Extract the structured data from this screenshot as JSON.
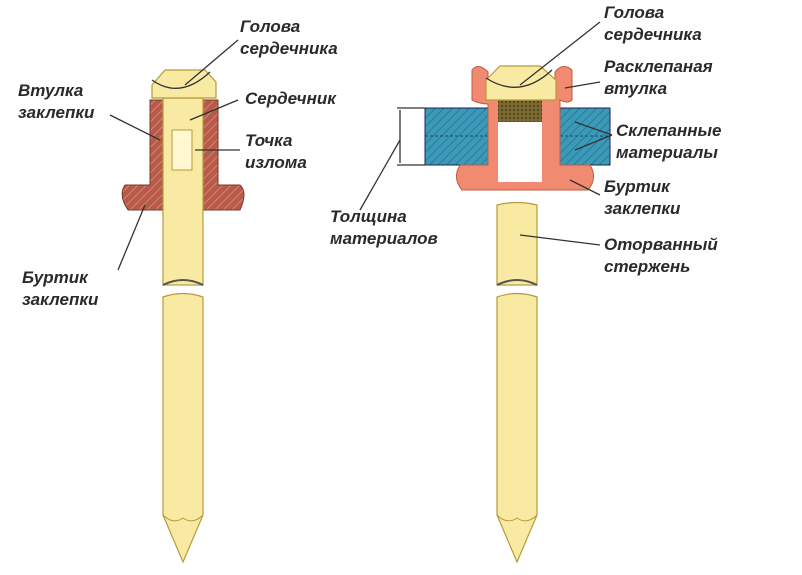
{
  "left_rivet": {
    "labels": {
      "mandrel_head": [
        "Голова",
        "сердечника"
      ],
      "rivet_sleeve": [
        "Втулка",
        "заклепки"
      ],
      "mandrel": [
        "Сердечник"
      ],
      "break_point": [
        "Точка",
        "излома"
      ],
      "rivet_flange": [
        "Буртик",
        "заклепки"
      ]
    }
  },
  "right_rivet": {
    "labels": {
      "mandrel_head": [
        "Голова",
        "сердечника"
      ],
      "flared_sleeve": [
        "Расклепаная",
        "втулка"
      ],
      "joined_materials": [
        "Склепанные",
        "материалы"
      ],
      "rivet_flange": [
        "Буртик",
        "заклепки"
      ],
      "material_thickness": [
        "Толщина",
        "материалов"
      ],
      "broken_stem": [
        "Оторванный",
        "стержень"
      ]
    }
  },
  "colors": {
    "mandrel": "#F8EAA2",
    "sleeve_before": "#B85A4A",
    "sleeve_after": "#F08A70",
    "materials": "#3A9AB8"
  }
}
